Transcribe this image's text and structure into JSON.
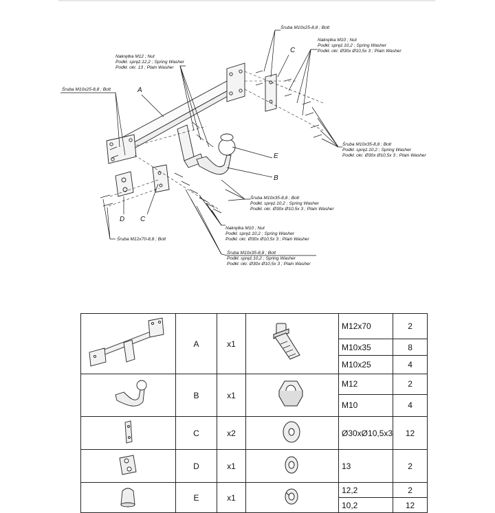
{
  "callouts": {
    "bolt_top": "Śruba M10x25-8,8 ; Bolt",
    "nut_m10_top": [
      "Nakrętka  M10 ; Nut",
      "Podkł. spręż.10,2 ; Spring Washer",
      "Podkł. okr.  Ø30x Ø10,5x 3 ; Plain Washer"
    ],
    "nut_m12": [
      "Nakrętka  M12 ; Nut",
      "Podkł. spręż.12,2 ; Spring Washer",
      "Podkł. okr. 13 ; Plain Washer"
    ],
    "bolt_left": "Śruba M10x25-8,8 ;  Bolt",
    "bolt_right": [
      "Śruba M10x35-8,8 ;  Bolt",
      "Podkł. spręż.10,2 ; Spring Washer",
      "Podkł. okr.  Ø30x Ø10,5x 3 ; Plain Washer"
    ],
    "bolt_mid": [
      "Śruba M10x35-8,8 ;  Bolt",
      "Podkł. spręż.10,2 ; Spring Washer",
      "Podkł. okr.  Ø30x Ø10,5x 3 ; Plain Washer"
    ],
    "nut_m10_mid": [
      "Nakrętka  M10 ; Nut",
      "Podkł. spręż.10,2 ; Spring Washer",
      "Podkł. okr.  Ø30x Ø10,5x 3 ; Plain Washer"
    ],
    "bolt_low": [
      "Śruba M10x35-8,8 ;  Bolt",
      "Podkł. spręż.10,2 ; Spring Washer",
      "Podkł. okr.  Ø30x Ø10,5x 3 ; Plain Washer"
    ],
    "bolt_m12": "Śruba M12x70-8,8 ;  Bolt",
    "letters": {
      "a": "A",
      "b": "B",
      "c_top": "C",
      "c_low": "C",
      "d": "D",
      "e": "E"
    }
  },
  "parts_table": {
    "components": [
      {
        "letter": "A",
        "qty": "x1"
      },
      {
        "letter": "B",
        "qty": "x1"
      },
      {
        "letter": "C",
        "qty": "x2"
      },
      {
        "letter": "D",
        "qty": "x1"
      },
      {
        "letter": "E",
        "qty": "x1"
      }
    ],
    "hardware": [
      {
        "size": "M12x70",
        "qty": "2"
      },
      {
        "size": "M10x35",
        "qty": "8"
      },
      {
        "size": "M10x25",
        "qty": "4"
      },
      {
        "size": "M12",
        "qty": "2"
      },
      {
        "size": "M10",
        "qty": "4"
      },
      {
        "size": "Ø30xØ10,5x3",
        "qty": "12"
      },
      {
        "size": "13",
        "qty": "2"
      },
      {
        "size": "12,2",
        "qty": "2"
      },
      {
        "size": "10,2",
        "qty": "12"
      }
    ]
  }
}
